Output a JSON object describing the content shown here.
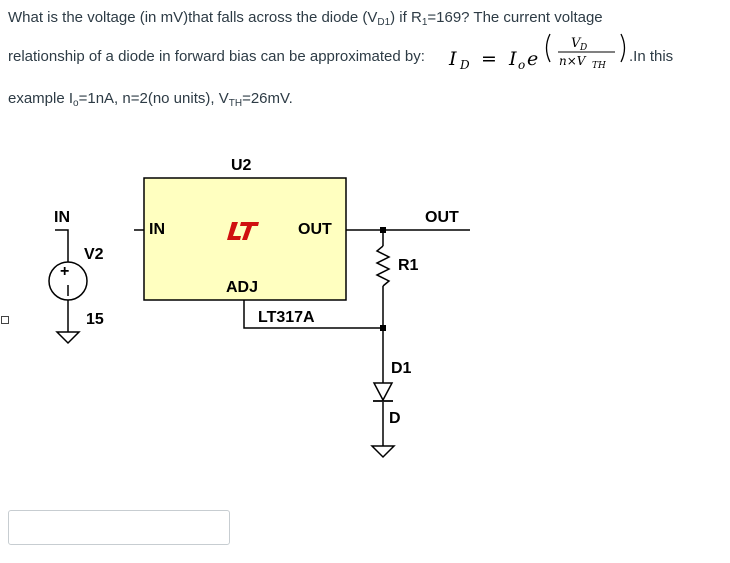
{
  "question": {
    "line1_prefix": "What is the voltage (in mV)that falls across the diode (V",
    "line1_vd_sub": "D1",
    "line1_mid": ") if R",
    "line1_r_sub": "1",
    "line1_suffix": "=169? The current voltage",
    "line2": "relationship of a diode in forward bias can be approximated by:",
    "line2_after": ".In this",
    "line3_prefix": "example I",
    "line3_io_sub": "o",
    "line3_mid": "=1nA, n=2(no units), V",
    "line3_vth_sub": "TH",
    "line3_suffix": "=26mV."
  },
  "formula": {
    "lhs": "I",
    "lhs_sub": "D",
    "equals": "=",
    "io": "I",
    "io_sub": "o",
    "dot": "e",
    "exp_num": "V",
    "exp_num_sub": "D",
    "exp_den": "n×V",
    "exp_den_sub": "TH"
  },
  "circuit": {
    "in_left": "IN",
    "v2": "V2",
    "plus": "+",
    "v2_value": "15",
    "u2": "U2",
    "in_pin": "IN",
    "out_pin": "OUT",
    "adj_pin": "ADJ",
    "part": "LT317A",
    "out_right": "OUT",
    "r1": "R1",
    "d1": "D1",
    "d_label": "D",
    "colors": {
      "regulator_fill": "#ffffc0",
      "wire": "#000000"
    }
  },
  "answer": {
    "value": "",
    "placeholder": ""
  }
}
